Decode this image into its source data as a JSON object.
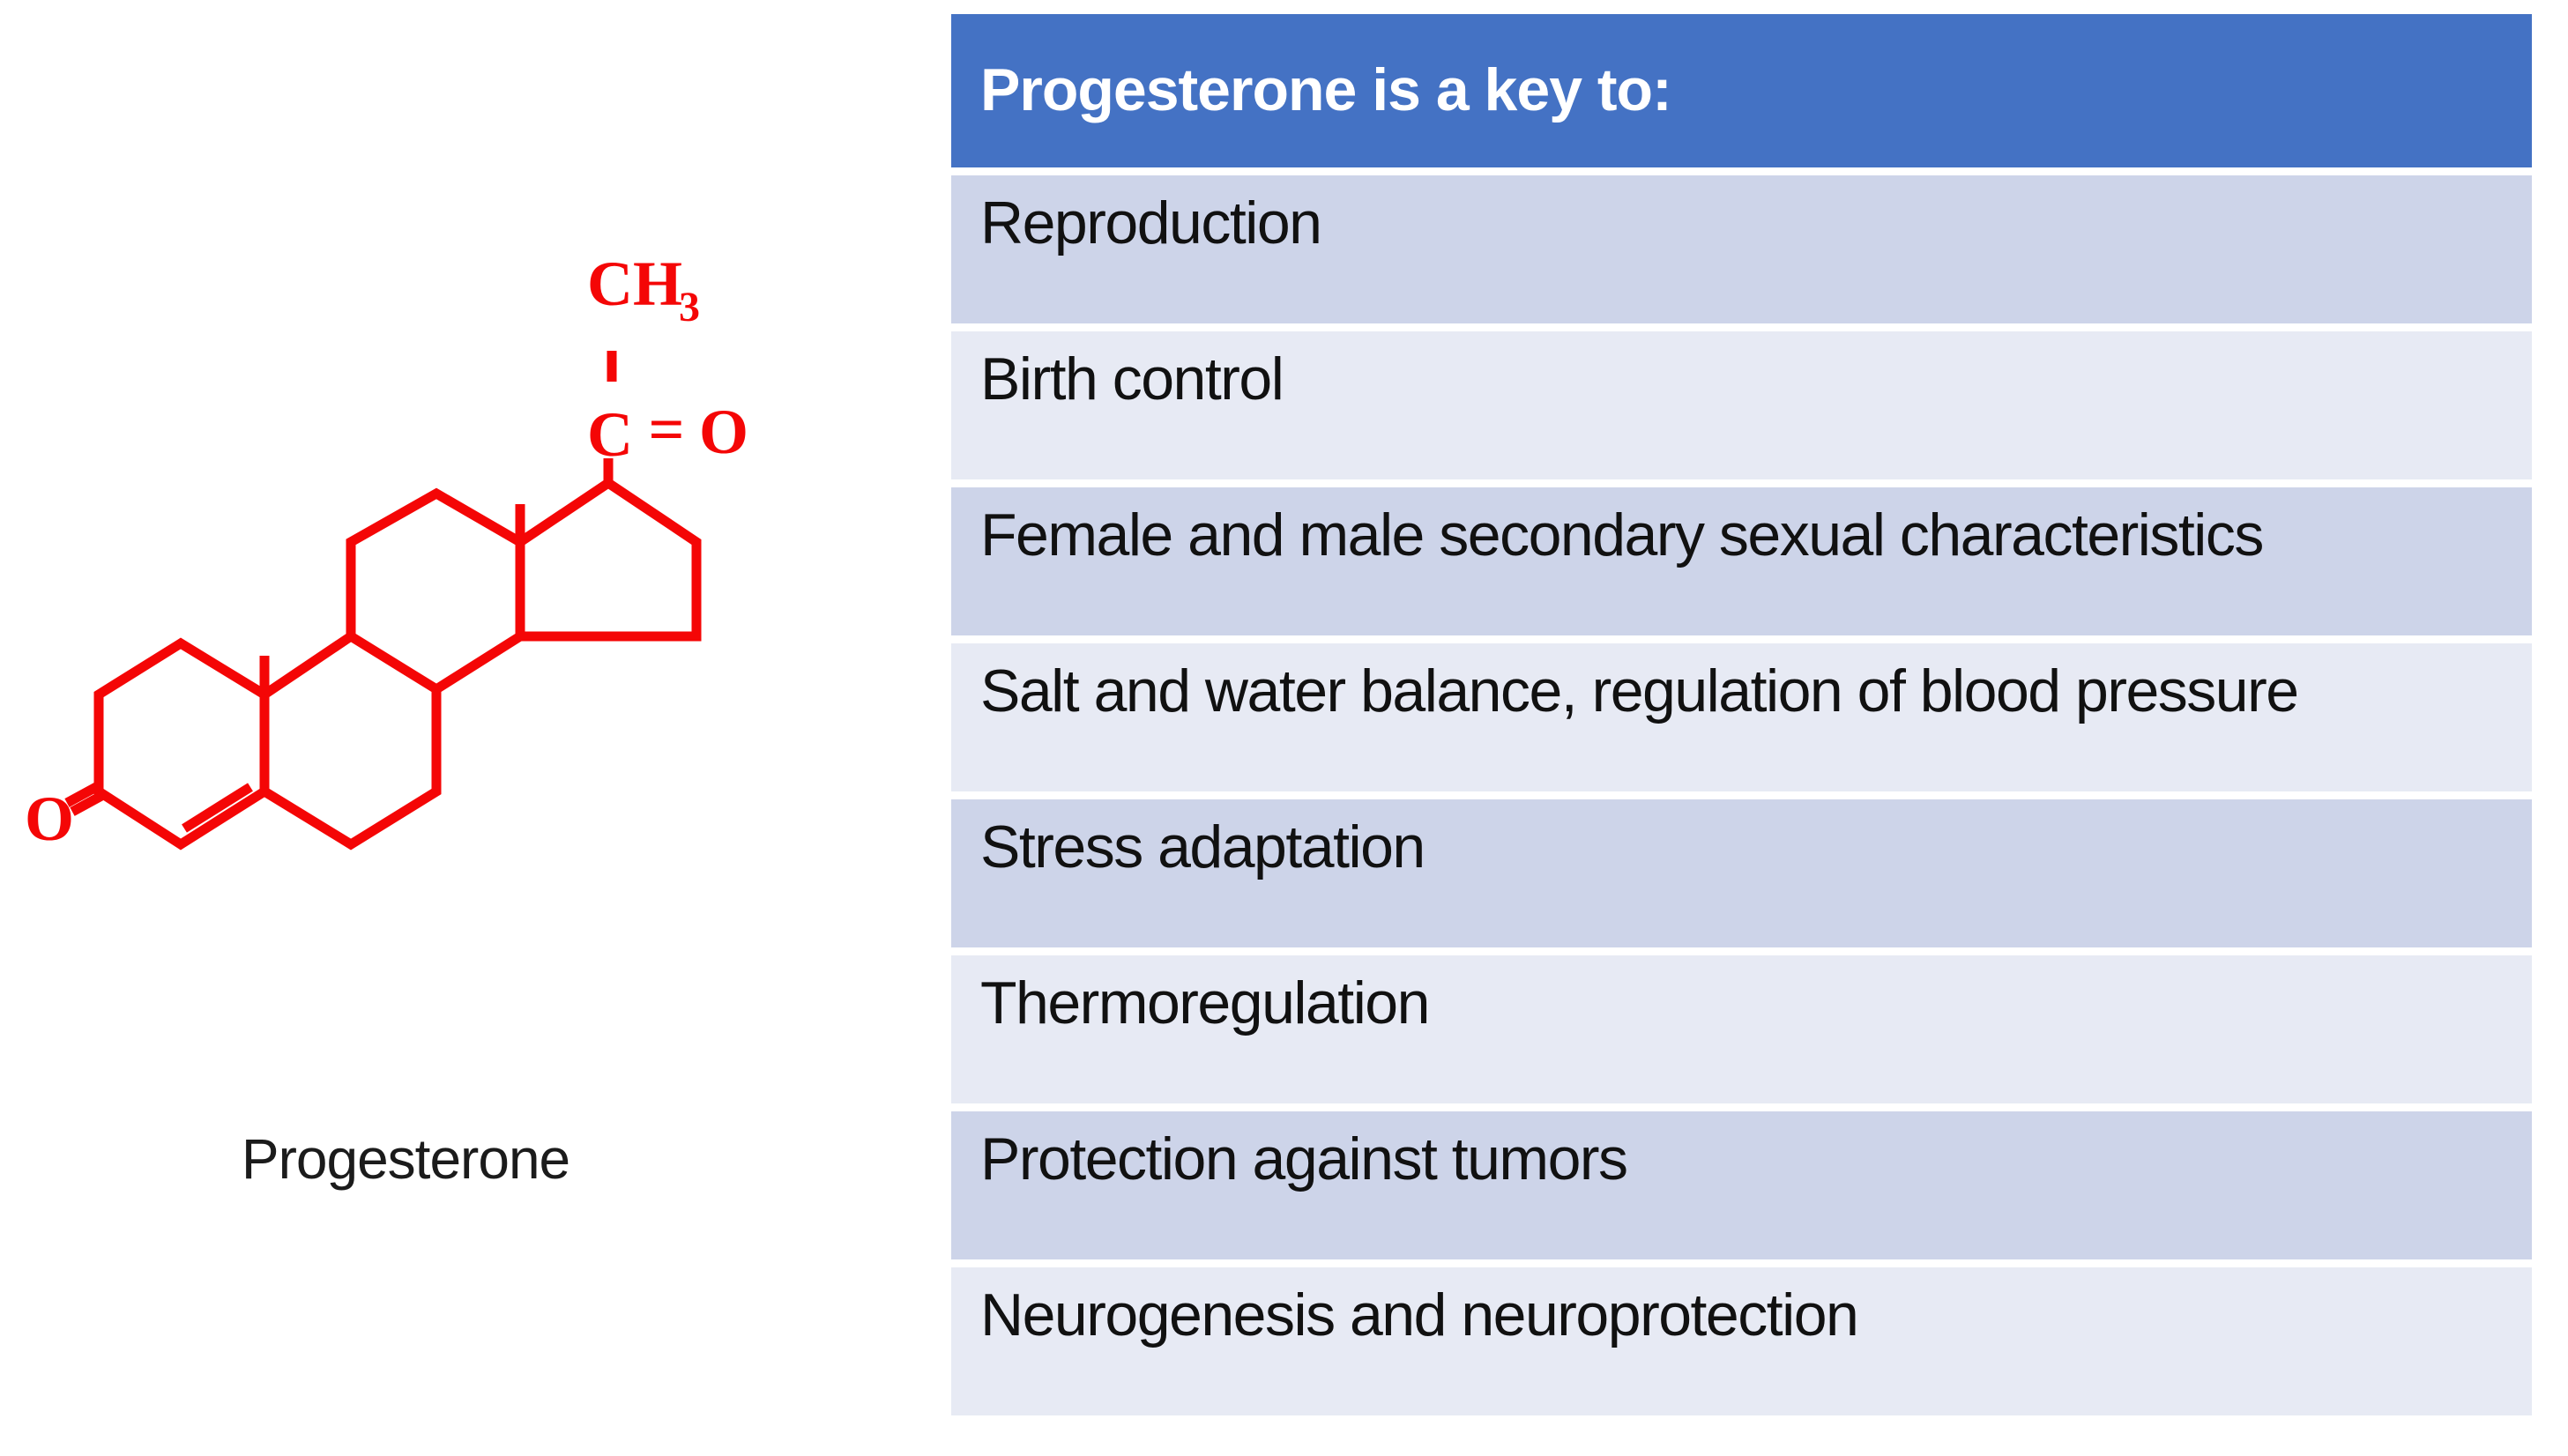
{
  "molecule": {
    "name_label": "Progesterone",
    "color": "#f40606",
    "labels": {
      "methyl": "CH",
      "methyl_sub": "3",
      "carbonyl_c": "C",
      "carbonyl_eq": "=",
      "carbonyl_o": "O",
      "ketone_o": "O"
    }
  },
  "table": {
    "header": "Progesterone is a key to:",
    "colors": {
      "header_bg": "#4472c4",
      "header_text": "#ffffff",
      "row_dark": "#cdd4e9",
      "row_light": "#e7eaf4",
      "row_text": "#111111"
    },
    "rows": [
      "Reproduction",
      "Birth control",
      "Female and male secondary sexual characteristics",
      "Salt and water balance, regulation of blood pressure",
      "Stress adaptation",
      "Thermoregulation",
      "Protection against tumors",
      "Neurogenesis and neuroprotection"
    ]
  }
}
